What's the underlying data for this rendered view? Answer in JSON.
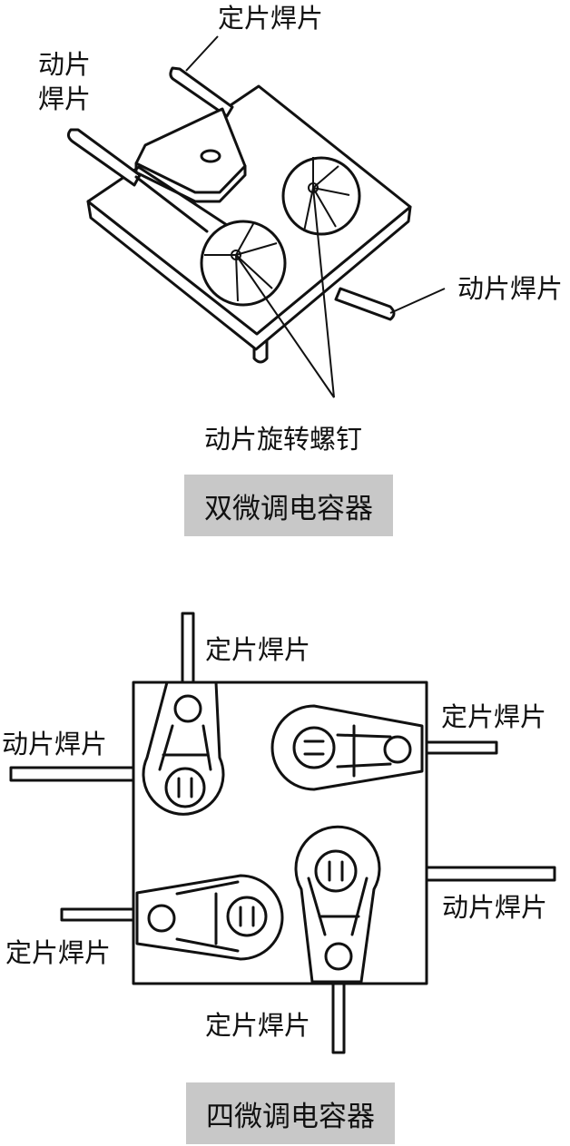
{
  "dual": {
    "labels": {
      "fixed_top": "定片焊片",
      "moving_left_1": "动片",
      "moving_left_2": "焊片",
      "moving_right": "动片焊片",
      "screws": "动片旋转螺钉"
    },
    "caption": "双微调电容器"
  },
  "quad": {
    "labels": {
      "fixed_top": "定片焊片",
      "fixed_right": "定片焊片",
      "moving_left": "动片焊片",
      "moving_right": "动片焊片",
      "fixed_left": "定片焊片",
      "fixed_bottom": "定片焊片"
    },
    "caption": "四微调电容器"
  },
  "colors": {
    "caption_bg": "#c8c8c8",
    "line": "#111111"
  }
}
